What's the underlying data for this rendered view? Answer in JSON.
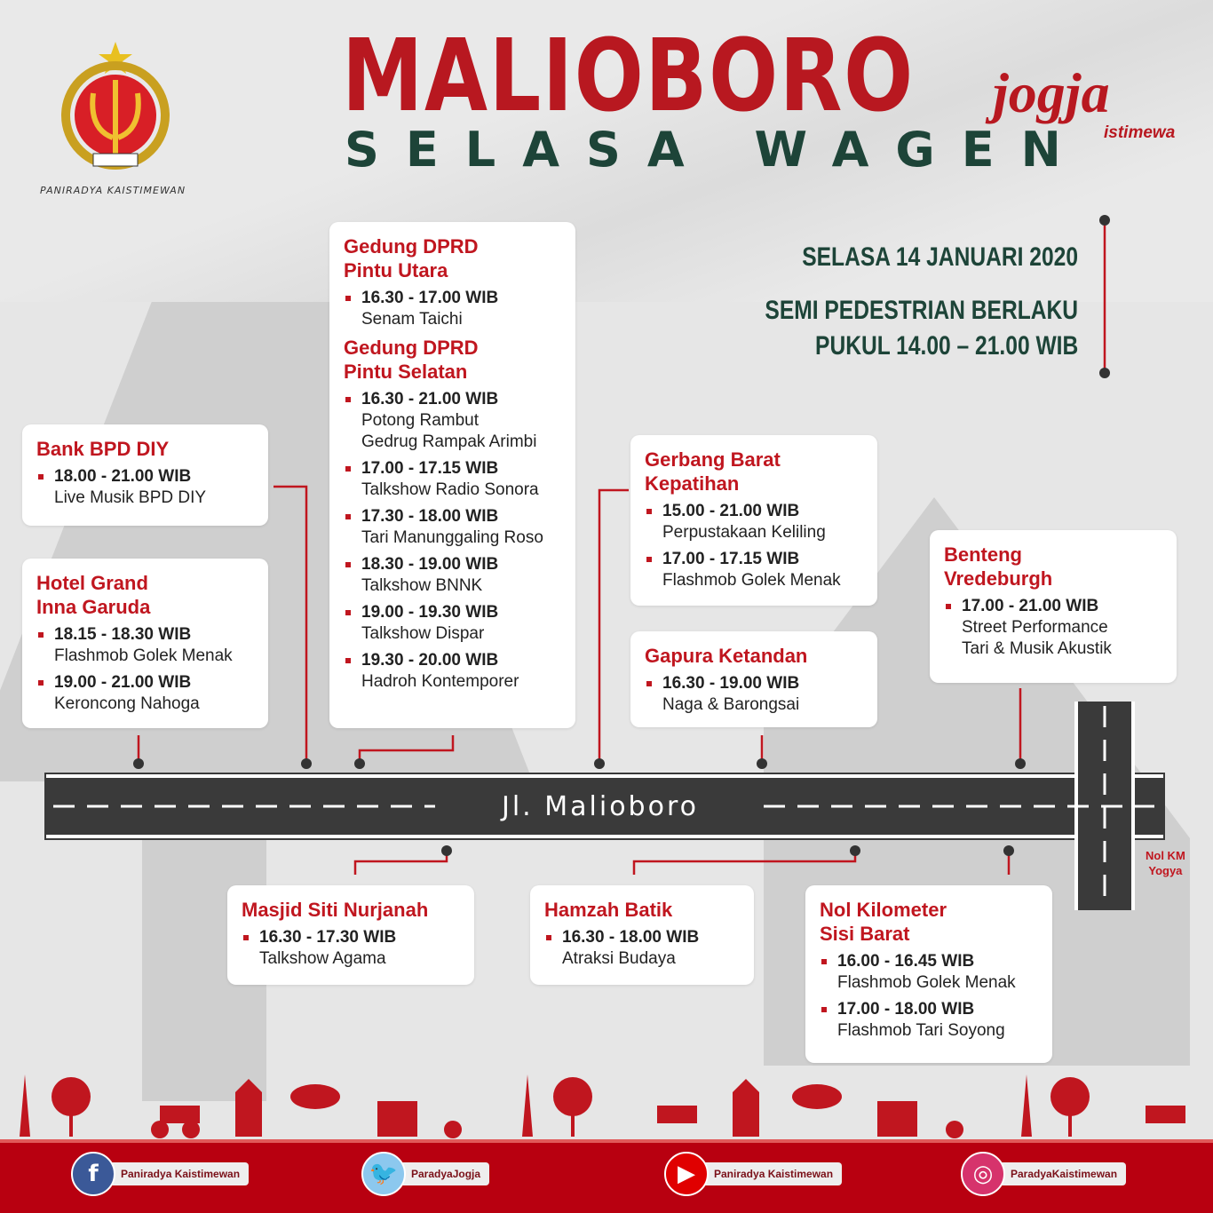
{
  "header": {
    "title": "MALIOBORO",
    "subtitle": "SELASA WAGEN",
    "org": "PANIRADYA KAISTIMEWAN",
    "brand": "jogja",
    "brand_sub": "istimewa"
  },
  "info": {
    "date": "SELASA 14 JANUARI 2020",
    "line1": "SEMI PEDESTRIAN BERLAKU",
    "line2": "PUKUL 14.00 – 21.00 WIB"
  },
  "road": {
    "name": "Jl. Malioboro",
    "nol_km": [
      "Nol KM",
      "Yogya"
    ]
  },
  "locations": [
    {
      "id": "bank",
      "title": [
        "Bank BPD DIY"
      ],
      "events": [
        {
          "time": "18.00 - 21.00 WIB",
          "desc": [
            "Live Musik BPD DIY"
          ]
        }
      ]
    },
    {
      "id": "hotel",
      "title": [
        "Hotel Grand",
        "Inna Garuda"
      ],
      "events": [
        {
          "time": "18.15 - 18.30 WIB",
          "desc": [
            "Flashmob Golek Menak"
          ]
        },
        {
          "time": "19.00 - 21.00 WIB",
          "desc": [
            "Keroncong Nahoga"
          ]
        }
      ]
    },
    {
      "id": "dprd",
      "title": [
        "Gedung DPRD",
        "Pintu Utara"
      ],
      "events": [
        {
          "time": "16.30 - 17.00 WIB",
          "desc": [
            "Senam Taichi"
          ]
        }
      ],
      "title2": [
        "Gedung DPRD",
        "Pintu Selatan"
      ],
      "events2": [
        {
          "time": "16.30 - 21.00 WIB",
          "desc": [
            "Potong Rambut",
            "Gedrug Rampak Arimbi"
          ]
        },
        {
          "time": "17.00 - 17.15 WIB",
          "desc": [
            "Talkshow Radio Sonora"
          ]
        },
        {
          "time": "17.30 - 18.00 WIB",
          "desc": [
            "Tari Manunggaling Roso"
          ]
        },
        {
          "time": "18.30 - 19.00 WIB",
          "desc": [
            "Talkshow BNNK"
          ]
        },
        {
          "time": "19.00 - 19.30 WIB",
          "desc": [
            "Talkshow Dispar"
          ]
        },
        {
          "time": "19.30 - 20.00 WIB",
          "desc": [
            "Hadroh Kontemporer"
          ]
        }
      ]
    },
    {
      "id": "gerbang",
      "title": [
        "Gerbang Barat",
        "Kepatihan"
      ],
      "events": [
        {
          "time": "15.00 - 21.00 WIB",
          "desc": [
            "Perpustakaan Keliling"
          ]
        },
        {
          "time": "17.00 - 17.15 WIB",
          "desc": [
            "Flashmob Golek Menak"
          ]
        }
      ]
    },
    {
      "id": "gapura",
      "title": [
        "Gapura Ketandan"
      ],
      "events": [
        {
          "time": "16.30 - 19.00 WIB",
          "desc": [
            "Naga & Barongsai"
          ]
        }
      ]
    },
    {
      "id": "benteng",
      "title": [
        "Benteng",
        "Vredeburgh"
      ],
      "events": [
        {
          "time": "17.00 - 21.00 WIB",
          "desc": [
            "Street Performance",
            "Tari & Musik Akustik"
          ]
        }
      ]
    },
    {
      "id": "masjid",
      "title": [
        "Masjid Siti Nurjanah"
      ],
      "events": [
        {
          "time": "16.30 - 17.30 WIB",
          "desc": [
            "Talkshow Agama"
          ]
        }
      ]
    },
    {
      "id": "hamzah",
      "title": [
        "Hamzah Batik"
      ],
      "events": [
        {
          "time": "16.30 - 18.00 WIB",
          "desc": [
            "Atraksi Budaya"
          ]
        }
      ]
    },
    {
      "id": "nol",
      "title": [
        "Nol Kilometer",
        "Sisi Barat"
      ],
      "events": [
        {
          "time": "16.00 - 16.45 WIB",
          "desc": [
            "Flashmob Golek Menak"
          ]
        },
        {
          "time": "17.00 - 18.00 WIB",
          "desc": [
            "Flashmob Tari Soyong"
          ]
        }
      ]
    }
  ],
  "social": [
    {
      "icon": "facebook-icon",
      "glyph": "f",
      "color": "#3b5998",
      "label": "Paniradya Kaistimewan"
    },
    {
      "icon": "twitter-icon",
      "glyph": "🐦",
      "color": "#8cc8ee",
      "label": "ParadyaJogja"
    },
    {
      "icon": "youtube-icon",
      "glyph": "▶",
      "color": "#e00000",
      "label": "Paniradya Kaistimewan"
    },
    {
      "icon": "instagram-icon",
      "glyph": "◎",
      "color": "#d6336c",
      "label": "ParadyaKaistimewan"
    }
  ]
}
